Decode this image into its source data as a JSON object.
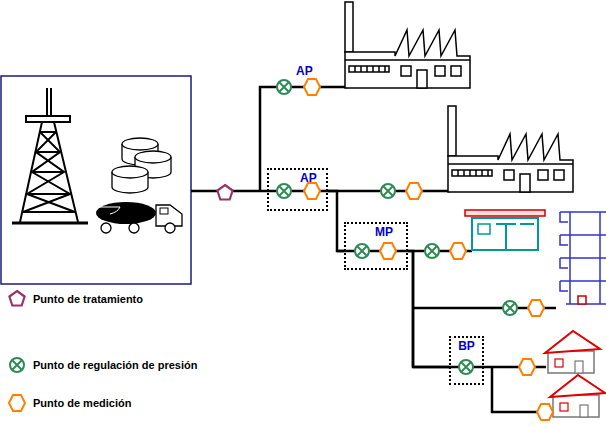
{
  "diagram": {
    "nodes": [
      {
        "text": [
          "AP"
        ]
      },
      {
        "text": [
          "MP"
        ]
      },
      {
        "text": [
          "BP"
        ]
      }
    ],
    "edges": [
      {
        "from": 0,
        "to": 1,
        "arrow": "none"
      },
      {
        "from": 1,
        "to": 2,
        "arrow": "none"
      }
    ],
    "labels": [
      "AP"
    ],
    "legend": [
      {
        "text": "Punto de tratamiento"
      },
      {
        "text": "Punto de regulación de presión"
      },
      {
        "text": "Punto de medición"
      }
    ]
  }
}
